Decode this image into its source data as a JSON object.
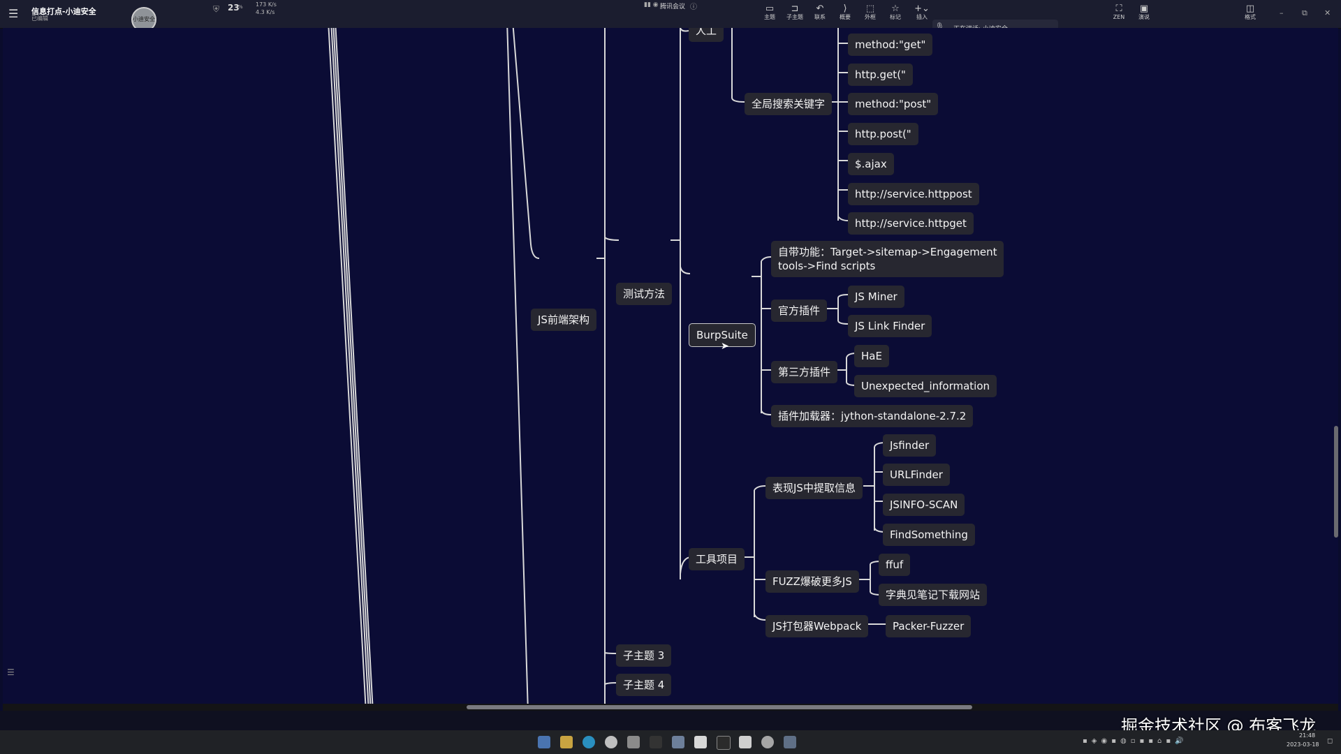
{
  "titlebar": {
    "doc_title": "信息打点-小迪安全",
    "doc_subtitle": "已编辑",
    "avatar_label": "小迪安全",
    "net_value": "23",
    "net_unit": "%",
    "net_up": "173 K/s",
    "net_down": "4.3 K/s",
    "meeting_label": "腾讯会议",
    "speaking_label": "正在讲话: 小迪安全"
  },
  "toolbar": {
    "buttons": [
      {
        "icon": "topic-icon",
        "label": "主题"
      },
      {
        "icon": "subtopic-icon",
        "label": "子主题"
      },
      {
        "icon": "relation-icon",
        "label": "联系"
      },
      {
        "icon": "summary-icon",
        "label": "概要"
      },
      {
        "icon": "boundary-icon",
        "label": "外框"
      },
      {
        "icon": "marker-icon",
        "label": "标记"
      },
      {
        "icon": "insert-icon",
        "label": "插入"
      },
      {
        "icon": "zen-icon",
        "label": "ZEN"
      },
      {
        "icon": "present-icon",
        "label": "演说"
      },
      {
        "icon": "format-icon",
        "label": "格式"
      }
    ]
  },
  "mindmap": {
    "nodes": [
      {
        "id": "ren",
        "label": "人工"
      },
      {
        "id": "search",
        "label": "全局搜索关键字"
      },
      {
        "id": "k1",
        "label": "method:\"get\""
      },
      {
        "id": "k2",
        "label": "http.get(\""
      },
      {
        "id": "k3",
        "label": "method:\"post\""
      },
      {
        "id": "k4",
        "label": "http.post(\""
      },
      {
        "id": "k5",
        "label": "$.ajax"
      },
      {
        "id": "k6",
        "label": "http://service.httppost"
      },
      {
        "id": "k7",
        "label": "http://service.httpget"
      },
      {
        "id": "js",
        "label": "JS前端架构"
      },
      {
        "id": "test",
        "label": "测试方法"
      },
      {
        "id": "burp",
        "label": "BurpSuite"
      },
      {
        "id": "builtin",
        "label": "自带功能：Target->sitemap->Engagement\ntools->Find scripts"
      },
      {
        "id": "official",
        "label": "官方插件"
      },
      {
        "id": "jsminer",
        "label": "JS Miner"
      },
      {
        "id": "jslink",
        "label": "JS Link Finder"
      },
      {
        "id": "third",
        "label": "第三方插件"
      },
      {
        "id": "hae",
        "label": "HaE"
      },
      {
        "id": "unexp",
        "label": "Unexpected_information"
      },
      {
        "id": "loader",
        "label": "插件加载器：jython-standalone-2.7.2"
      },
      {
        "id": "tools",
        "label": "工具项目"
      },
      {
        "id": "extract",
        "label": "表现JS中提取信息"
      },
      {
        "id": "jsfinder",
        "label": "Jsfinder"
      },
      {
        "id": "urlfinder",
        "label": "URLFinder"
      },
      {
        "id": "jsinfo",
        "label": "JSINFO-SCAN"
      },
      {
        "id": "findsth",
        "label": "FindSomething"
      },
      {
        "id": "fuzz",
        "label": "FUZZ爆破更多JS"
      },
      {
        "id": "ffuf",
        "label": "ffuf"
      },
      {
        "id": "dict",
        "label": "字典见笔记下载网站"
      },
      {
        "id": "webpack",
        "label": "JS打包器Webpack"
      },
      {
        "id": "packer",
        "label": "Packer-Fuzzer"
      },
      {
        "id": "sub3",
        "label": "子主题 3"
      },
      {
        "id": "sub4",
        "label": "子主题 4"
      }
    ]
  },
  "statusbar": {
    "watermark": "掘金技术社区 @ 布客飞龙",
    "time": "21:48",
    "date": "2023-03-18"
  },
  "colors": {
    "canvas_bg": "#0b0c35",
    "node_bg": "#272730",
    "link": "#d9d9d9"
  }
}
